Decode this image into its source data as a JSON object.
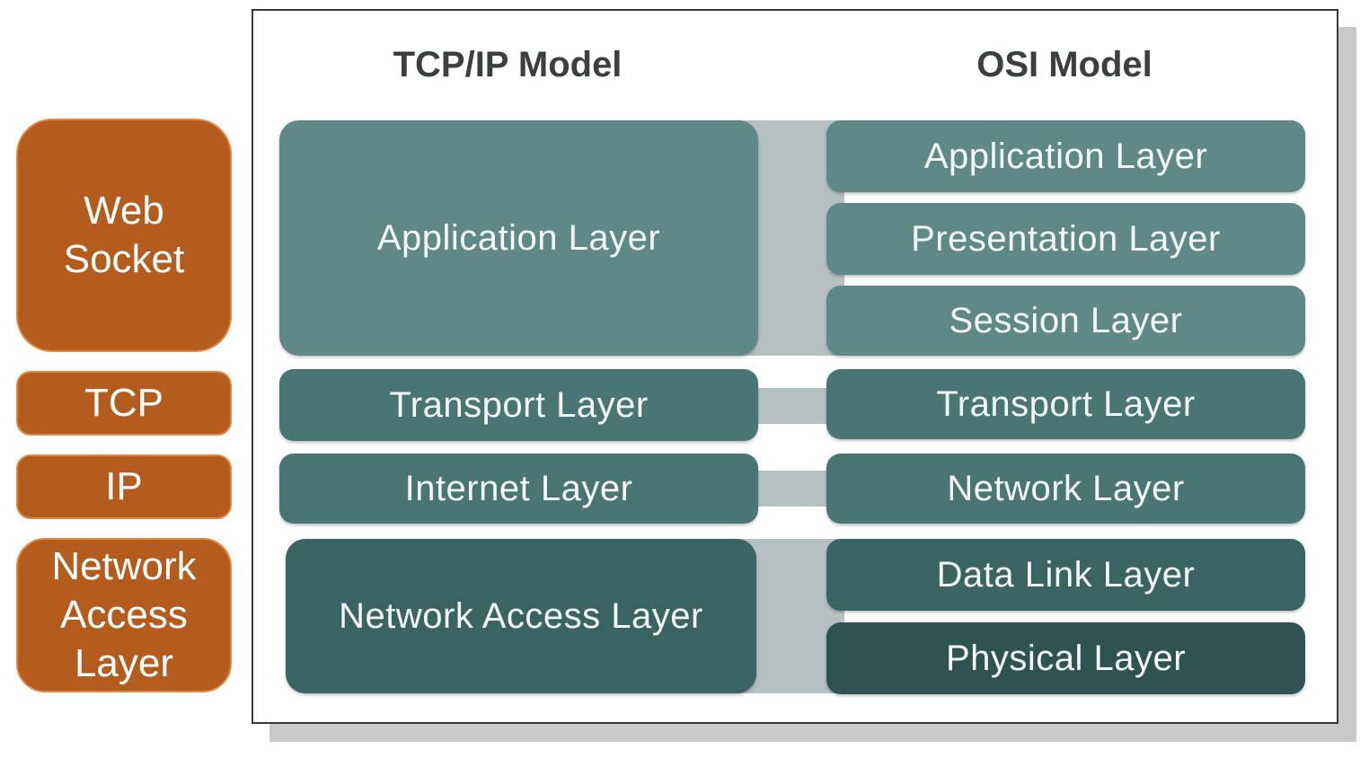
{
  "protocols": [
    "Web\nSocket",
    "TCP",
    "IP",
    "Network\nAccess\nLayer"
  ],
  "tcpip": {
    "title": "TCP/IP Model",
    "layers": [
      "Application Layer",
      "Transport Layer",
      "Internet Layer",
      "Network Access Layer"
    ]
  },
  "osi": {
    "title": "OSI Model",
    "layers": [
      "Application Layer",
      "Presentation Layer",
      "Session Layer",
      "Transport Layer",
      "Network Layer",
      "Data Link Layer",
      "Physical Layer"
    ]
  },
  "colors": {
    "protocol_fill": "#b45c1d",
    "protocol_border": "#e08a45",
    "layer_light": "#5f8888",
    "layer_mid": "#4a7575",
    "layer_dark": "#3a6363",
    "layer_darkest": "#2f5353"
  }
}
